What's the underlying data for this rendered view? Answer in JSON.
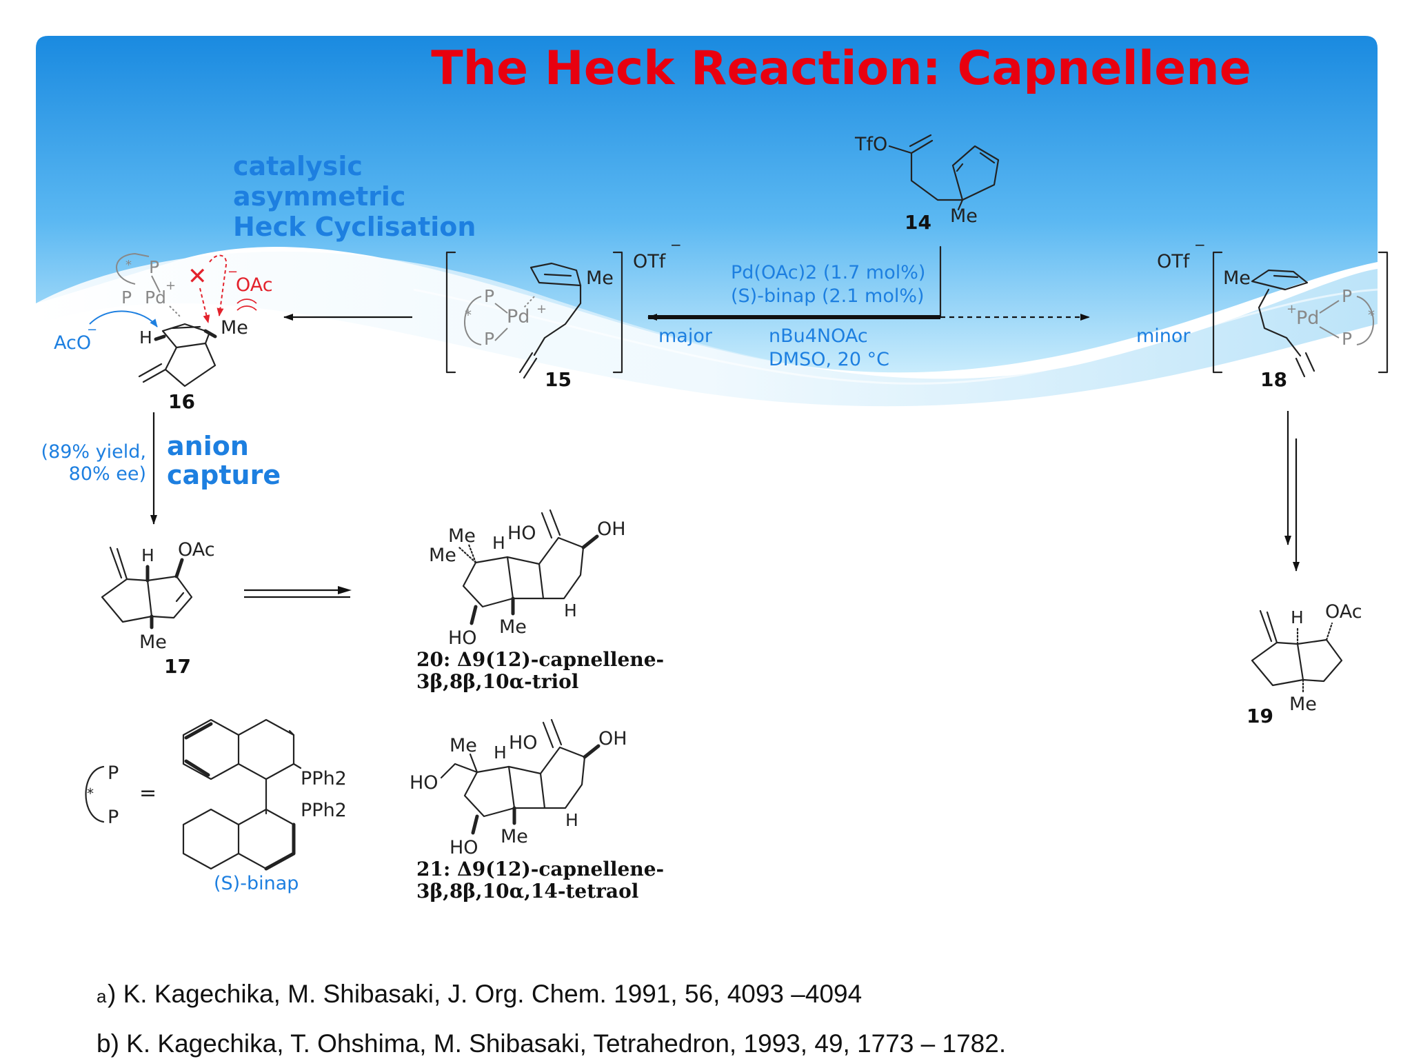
{
  "slide": {
    "title": "The Heck Reaction: Capnellene",
    "colors": {
      "title": "#e8000f",
      "accent_blue": "#1d7fe0",
      "band_top": "#1c8fe0",
      "band_bottom": "#bfe6fb",
      "red_mark": "#e3222c"
    }
  },
  "callouts": {
    "heck_line1": "catalysic",
    "heck_line2": "asymmetric",
    "heck_line3": "Heck Cyclisation",
    "anion_line1": "anion",
    "anion_line2": "capture"
  },
  "conditions": {
    "line1": "Pd(OAc)2 (1.7 mol%)",
    "line2": "(S)-binap (2.1 mol%)",
    "line3": "nBu4NOAc",
    "line4": "DMSO, 20 °C",
    "major": "major",
    "minor": "minor",
    "yield_line1": "(89% yield,",
    "yield_line2": "80% ee)"
  },
  "compounds": {
    "c14": "14",
    "c15": "15",
    "c16": "16",
    "c17": "17",
    "c18": "18",
    "c19": "19",
    "c20_line1": "20: Δ9(12)-capnellene-",
    "c20_line2": "3β,8β,10α-triol",
    "c21_line1": "21: Δ9(12)-capnellene-",
    "c21_line2": "3β,8β,10α,14-tetraol",
    "binap": "(S)-binap"
  },
  "atoms": {
    "tfo": "TfO",
    "me": "Me",
    "otf": "OTf",
    "minus": "−",
    "plus": "+",
    "pd": "Pd",
    "p": "P",
    "star": "*",
    "h": "H",
    "oac": "OAc",
    "aco": "AcO",
    "oh": "OH",
    "ho": "HO",
    "pph2": "PPh2",
    "cross": "✕",
    "equals": "="
  },
  "references": {
    "a_mark": "a",
    "a": ") K. Kagechika, M. Shibasaki, J. Org. Chem. 1991, 56, 4093 –4094",
    "b": "b) K. Kagechika, T. Ohshima, M. Shibasaki, Tetrahedron, 1993, 49, 1773 – 1782."
  }
}
